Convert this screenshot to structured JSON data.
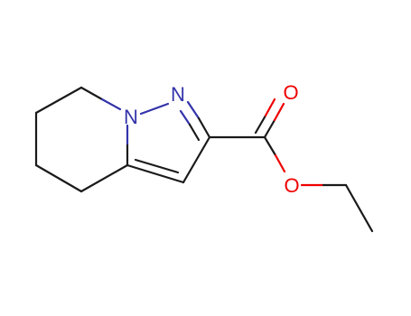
{
  "molecule": {
    "atoms": {
      "n_ring": {
        "label": "N",
        "color": "#3333aa"
      },
      "n_imine": {
        "label": "N",
        "color": "#3333aa"
      },
      "o_carbonyl": {
        "label": "O",
        "color": "#ee0000"
      },
      "o_ester": {
        "label": "O",
        "color": "#ee0000"
      }
    },
    "colors": {
      "bond": "#1a1a1a",
      "nitrogen": "#3333aa",
      "oxygen": "#ee0000",
      "background": "#ffffff"
    }
  }
}
